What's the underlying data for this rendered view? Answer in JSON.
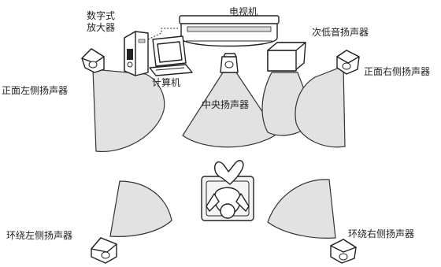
{
  "labels": {
    "tv": "电视机",
    "subwoofer": "次低音扬声器",
    "digital_amp_line1": "数字式",
    "digital_amp_line2": "放大器",
    "computer": "计算机",
    "center_speaker": "中央扬声器",
    "front_left": "正面左侧扬声器",
    "front_right": "正面右侧扬声器",
    "surround_left": "环绕左侧扬声器",
    "surround_right": "环绕右侧扬声器"
  },
  "colors": {
    "line": "#222222",
    "beam_fill": "#e2e2e2",
    "device_fill": "#ffffff",
    "tv_screen_stripe": "#dcdcdc",
    "listener_fill": "#f4f4f4"
  }
}
